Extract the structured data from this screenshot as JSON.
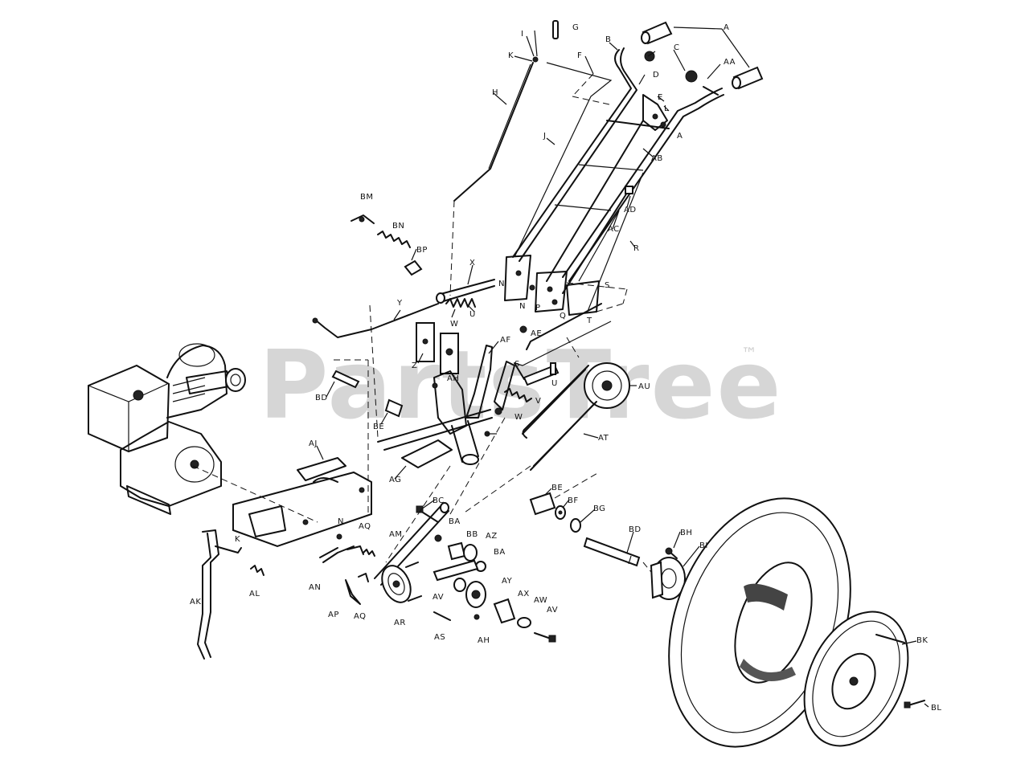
{
  "watermark": {
    "text": "PartsTree",
    "trademark": "™"
  },
  "part_labels": [
    {
      "id": "A1",
      "text": "A"
    },
    {
      "id": "A2",
      "text": "A"
    },
    {
      "id": "AA",
      "text": "AA"
    },
    {
      "id": "B",
      "text": "B"
    },
    {
      "id": "C",
      "text": "C"
    },
    {
      "id": "D",
      "text": "D"
    },
    {
      "id": "E",
      "text": "E"
    },
    {
      "id": "F",
      "text": "F"
    },
    {
      "id": "G",
      "text": "G"
    },
    {
      "id": "H",
      "text": "H"
    },
    {
      "id": "I",
      "text": "I"
    },
    {
      "id": "J",
      "text": "J"
    },
    {
      "id": "K1",
      "text": "K"
    },
    {
      "id": "L",
      "text": "L"
    },
    {
      "id": "AB",
      "text": "AB"
    },
    {
      "id": "AC",
      "text": "AC"
    },
    {
      "id": "AD",
      "text": "AD"
    },
    {
      "id": "R",
      "text": "R"
    },
    {
      "id": "BM",
      "text": "BM"
    },
    {
      "id": "BN",
      "text": "BN"
    },
    {
      "id": "BP",
      "text": "BP"
    },
    {
      "id": "X",
      "text": "X"
    },
    {
      "id": "N1",
      "text": "N"
    },
    {
      "id": "N2",
      "text": "N"
    },
    {
      "id": "P",
      "text": "P"
    },
    {
      "id": "Q",
      "text": "Q"
    },
    {
      "id": "S1",
      "text": "S"
    },
    {
      "id": "T",
      "text": "T"
    },
    {
      "id": "U1",
      "text": "U"
    },
    {
      "id": "W1",
      "text": "W"
    },
    {
      "id": "Y",
      "text": "Y"
    },
    {
      "id": "Z",
      "text": "Z"
    },
    {
      "id": "AE",
      "text": "AE"
    },
    {
      "id": "AF",
      "text": "AF"
    },
    {
      "id": "AH1",
      "text": "AH"
    },
    {
      "id": "S2",
      "text": "S"
    },
    {
      "id": "V",
      "text": "V"
    },
    {
      "id": "W2",
      "text": "W"
    },
    {
      "id": "U2",
      "text": "U"
    },
    {
      "id": "AU",
      "text": "AU"
    },
    {
      "id": "AT",
      "text": "AT"
    },
    {
      "id": "BD1",
      "text": "BD"
    },
    {
      "id": "BE1",
      "text": "BE"
    },
    {
      "id": "AG",
      "text": "AG"
    },
    {
      "id": "AJ",
      "text": "AJ"
    },
    {
      "id": "BC",
      "text": "BC"
    },
    {
      "id": "BE2",
      "text": "BE"
    },
    {
      "id": "BF",
      "text": "BF"
    },
    {
      "id": "BG",
      "text": "BG"
    },
    {
      "id": "BD2",
      "text": "BD"
    },
    {
      "id": "BH",
      "text": "BH"
    },
    {
      "id": "BI",
      "text": "BI"
    },
    {
      "id": "N3",
      "text": "N"
    },
    {
      "id": "AQ1",
      "text": "AQ"
    },
    {
      "id": "AM",
      "text": "AM"
    },
    {
      "id": "BA1",
      "text": "BA"
    },
    {
      "id": "BB",
      "text": "BB"
    },
    {
      "id": "AZ",
      "text": "AZ"
    },
    {
      "id": "BA2",
      "text": "BA"
    },
    {
      "id": "K2",
      "text": "K"
    },
    {
      "id": "AL",
      "text": "AL"
    },
    {
      "id": "AN",
      "text": "AN"
    },
    {
      "id": "AY",
      "text": "AY"
    },
    {
      "id": "AV1",
      "text": "AV"
    },
    {
      "id": "AX",
      "text": "AX"
    },
    {
      "id": "AW",
      "text": "AW"
    },
    {
      "id": "AV2",
      "text": "AV"
    },
    {
      "id": "AK",
      "text": "AK"
    },
    {
      "id": "AP",
      "text": "AP"
    },
    {
      "id": "AQ2",
      "text": "AQ"
    },
    {
      "id": "AR",
      "text": "AR"
    },
    {
      "id": "AS",
      "text": "AS"
    },
    {
      "id": "AH2",
      "text": "AH"
    },
    {
      "id": "BK",
      "text": "BK"
    },
    {
      "id": "BL",
      "text": "BL"
    }
  ]
}
